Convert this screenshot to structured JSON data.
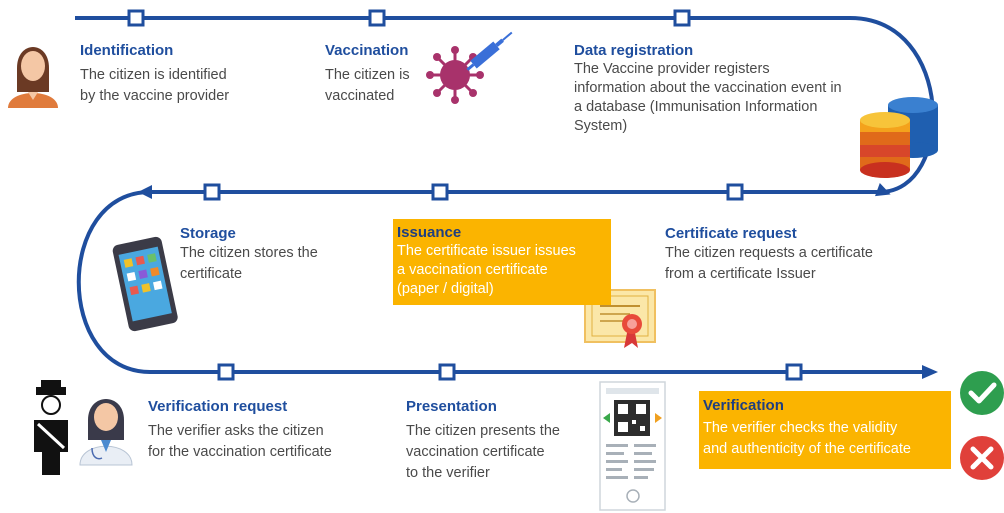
{
  "steps": [
    {
      "title": "Identification",
      "text": "The citizen is identified\nby the vaccine provider"
    },
    {
      "title": "Vaccination",
      "text": "The citizen is\nvaccinated"
    },
    {
      "title": "Data registration",
      "text": "The Vaccine provider registers\ninformation about the vaccination event in\na database (Immunisation Information\nSystem)"
    },
    {
      "title": "Storage",
      "text": "The citizen stores the\ncertificate"
    },
    {
      "title": "Issuance",
      "text": "The certificate issuer issues\na vaccination certificate\n(paper / digital)"
    },
    {
      "title": "Certificate request",
      "text": "The citizen requests a certificate\nfrom a certificate Issuer"
    },
    {
      "title": "Verification request",
      "text": "The verifier asks the citizen\nfor the vaccination certificate"
    },
    {
      "title": "Presentation",
      "text": "The citizen presents the\nvaccination certificate\nto the verifier"
    },
    {
      "title": "Verification",
      "text": "The verifier checks the validity\nand authenticity of the certificate"
    }
  ],
  "colors": {
    "path": "#1f4e9e",
    "highlight": "#fbb400",
    "title": "#1f4e9e",
    "valid": "#2e9e4f",
    "invalid": "#e0403a"
  },
  "icons": [
    "woman-citizen-icon",
    "virus-syringe-icon",
    "database-icon",
    "smartphone-icon",
    "certificate-icon",
    "police-officer-icon",
    "doctor-icon",
    "qr-certificate-icon",
    "check-valid-icon",
    "cross-invalid-icon"
  ]
}
